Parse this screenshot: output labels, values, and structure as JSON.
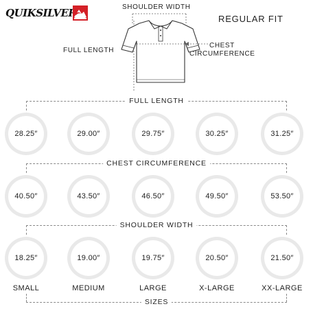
{
  "brand": {
    "name": "QUIKSILVER"
  },
  "fit": "REGULAR FIT",
  "diagram": {
    "shoulder_width": "SHOULDER WIDTH",
    "full_length": "FULL LENGTH",
    "chest_line1": "CHEST",
    "chest_line2": "CIRCUMFERENCE"
  },
  "sections": {
    "length": "FULL LENGTH",
    "chest": "CHEST CIRCUMFERENCE",
    "shoulder": "SHOULDER WIDTH",
    "sizes": "SIZES"
  },
  "rows": {
    "length": [
      "28.25″",
      "29.00″",
      "29.75″",
      "30.25″",
      "31.25″"
    ],
    "chest": [
      "40.50″",
      "43.50″",
      "46.50″",
      "49.50″",
      "53.50″"
    ],
    "shoulder": [
      "18.25″",
      "19.00″",
      "19.75″",
      "20.50″",
      "21.50″"
    ]
  },
  "sizes": [
    "SMALL",
    "MEDIUM",
    "LARGE",
    "X-LARGE",
    "XX-LARGE"
  ],
  "colors": {
    "brand_red": "#d42027",
    "ring": "#e9e9e9",
    "text": "#222222"
  }
}
